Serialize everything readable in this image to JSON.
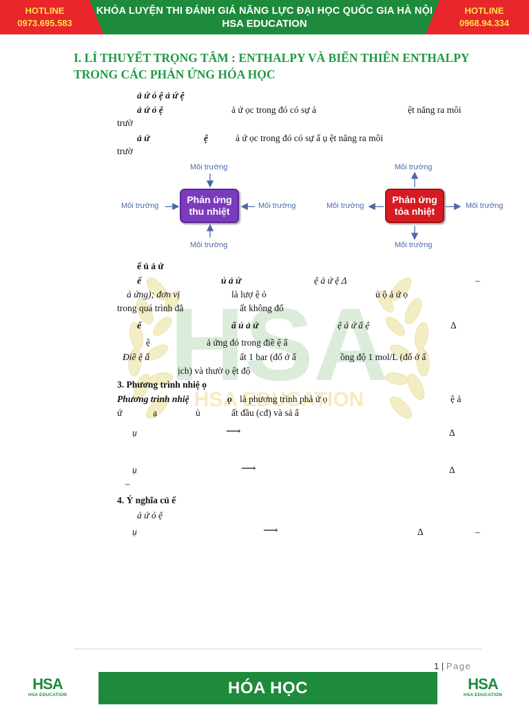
{
  "header": {
    "hotline_label": "HOTLINE",
    "hotline_left": "0973.695.583",
    "hotline_right": "0968.94.334",
    "line1": "KHÓA LUYỆN THI ĐÁNH GIÁ NĂNG LỰC ĐẠI HỌC QUỐC GIA HÀ NỘI",
    "line2": "HSA EDUCATION"
  },
  "title": {
    "line1": "I. LÍ THUYẾT TRỌNG TÂM : ENTHALPY VÀ BIẾN THIÊN ENTHALPY",
    "line2": "TRONG CÁC PHẢN ỨNG HÓA HỌC"
  },
  "body": {
    "l1": "ả    ứ          ỏ        ệ        ả     ứ              ệ",
    "l2a": "ả    ứ         ỏ         ệ",
    "l2b": "ả    ứ              ọc trong đó có sự    ả",
    "l2c": "ệt năng ra môi",
    "l3": "trườ",
    "l4a": "ả    ứ",
    "l4b": "ệ",
    "l4c": "ả    ứ              ọc trong đó có sự    ấ      ụ     ệt năng ra môi",
    "l5": "trườ",
    "l6": "ế                              ủ       ả    ứ",
    "l7a": "ế",
    "l7b": "ủ       ả    ứ",
    "l7c": "ệ       ả    ứ               ệ  Δ",
    "l7d": "–",
    "l8a": "ả   ứng); đơn vị",
    "l8b": "là lượ         ệ        ỏ",
    "l8c": "ủ       ộ       ả    ứ           ọ",
    "l9a": "trong quá trình đẳ",
    "l9b": "ất không đổ",
    "l10a": "ế",
    "l10b": "ẩ     ủ     ả    ứ",
    "l10c": "ệ      ả    ứ              ẩ         ệ",
    "l10d": "Δ",
    "l11a": "ệ",
    "l11b": "ả   ứng đó trong điề       ệ          ẩ",
    "l12a": "Điề      ệ          ẩ",
    "l12b": "ất 1 bar (đố      ớ        ấ",
    "l12c": "ồng độ 1 mol/L (đố      ớ        ấ",
    "l13": "ịch) và thườ         ọ         ệt độ",
    "h3": "3. Phương trình nhiệ              ọ",
    "l14a": "Phương trình nhiệ",
    "l14b": "ọ",
    "l14c": "là phương trình phả   ứ              ọ",
    "l14d": "ệ       ả",
    "l15a": "ứ",
    "l15b": "ạ",
    "l15c": "ủ",
    "l15d": "ất đầu (cđ) và sả        ẩ",
    "r1a": "ụ",
    "r1b": "⟶",
    "r1c": "Δ",
    "r2a": "ụ",
    "r2b": "⟶",
    "r2c": "Δ",
    "r2d": "–",
    "h4": "4. Ý nghĩa củ        ế",
    "l16": "ả    ứ         ỏ         ệ",
    "r3a": "ụ",
    "r3b": "⟶",
    "r3c": "Δ",
    "r3d": "–"
  },
  "diagram": {
    "env_label": "Môi trường",
    "box_endo_line1": "Phản ứng",
    "box_endo_line2": "thu nhiệt",
    "box_exo_line1": "Phản ứng",
    "box_exo_line2": "tỏa nhiệt",
    "endo_color": "#7b3bbd",
    "exo_color": "#d81b22",
    "arrow_color": "#4b69a8"
  },
  "watermark": {
    "text": "HSA",
    "subtext": "HSA EDUCATION"
  },
  "footer": {
    "page_number": "1",
    "separator": "|",
    "page_word": "Page",
    "subject": "HÓA HỌC",
    "logo_text": "HSA",
    "logo_subtext": "HSA EDUCATION"
  },
  "colors": {
    "header_red": "#e8262b",
    "header_green": "#1e8a3c",
    "hotline_yellow": "#ffe14a",
    "title_green": "#1f9a45"
  }
}
